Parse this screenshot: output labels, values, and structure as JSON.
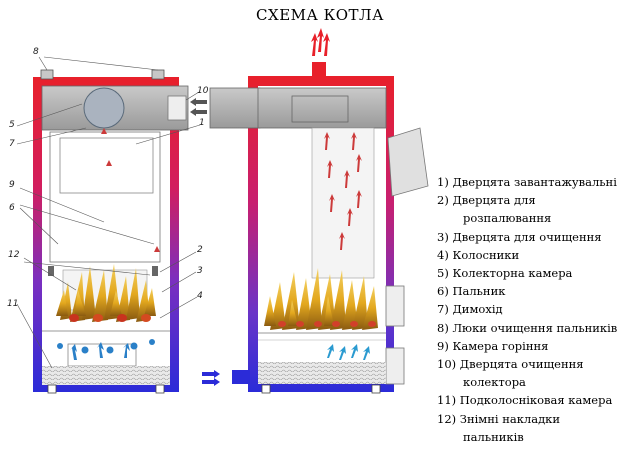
{
  "title": "СХЕМА КОТЛА",
  "colors": {
    "hot": "#e8202a",
    "cold": "#2b2bd8",
    "body_grey": "#a8a8a8",
    "flame": "#d9a21a",
    "arrow_red": "#cc3a3a",
    "arrow_blue": "#2a80c8"
  },
  "callouts": [
    "8",
    "10",
    "5",
    "1",
    "7",
    "9",
    "6",
    "2",
    "12",
    "3",
    "4",
    "11"
  ],
  "legend": [
    {
      "label": "1) Дверцята завантажувальні"
    },
    {
      "label": "2) Дверцята для",
      "cont": "розпалювання"
    },
    {
      "label": "3) Дверцята для очищення"
    },
    {
      "label": "4) Колосники"
    },
    {
      "label": "5) Колекторна камера"
    },
    {
      "label": "6) Пальник"
    },
    {
      "label": "7) Димохід"
    },
    {
      "label": "8) Люки очищення пальників"
    },
    {
      "label": "9) Камера горіння"
    },
    {
      "label": "10) Дверцята очищення",
      "cont": "колектора"
    },
    {
      "label": "11) Подколосніковая камера"
    },
    {
      "label": "12) Знімні накладки",
      "cont": "пальників"
    }
  ]
}
